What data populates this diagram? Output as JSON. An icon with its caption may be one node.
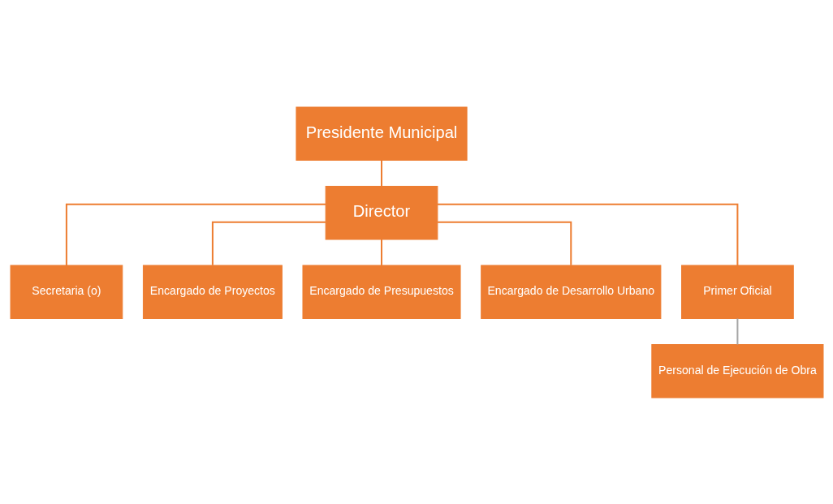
{
  "diagram": {
    "nodes": [
      {
        "text": [
          "Presidente Municipal"
        ]
      },
      {
        "text": [
          "Director"
        ]
      },
      {
        "text": [
          "Secretaria (o)"
        ]
      },
      {
        "text": [
          "Encargado de Proyectos"
        ]
      },
      {
        "text": [
          "Encargado de Presupuestos"
        ]
      },
      {
        "text": [
          "Encargado de Desarrollo Urbano"
        ]
      },
      {
        "text": [
          "Primer Oficial"
        ]
      },
      {
        "text": [
          "Personal de Ejecución de Obra"
        ]
      }
    ],
    "edges": [
      {
        "from": 0,
        "to": 1,
        "arrow": "none"
      },
      {
        "from": 1,
        "to": 2,
        "arrow": "none"
      },
      {
        "from": 1,
        "to": 3,
        "arrow": "none"
      },
      {
        "from": 1,
        "to": 4,
        "arrow": "none"
      },
      {
        "from": 1,
        "to": 5,
        "arrow": "none"
      },
      {
        "from": 1,
        "to": 6,
        "arrow": "none"
      },
      {
        "from": 6,
        "to": 7,
        "arrow": "none",
        "color": "#a5a5a5"
      }
    ]
  }
}
